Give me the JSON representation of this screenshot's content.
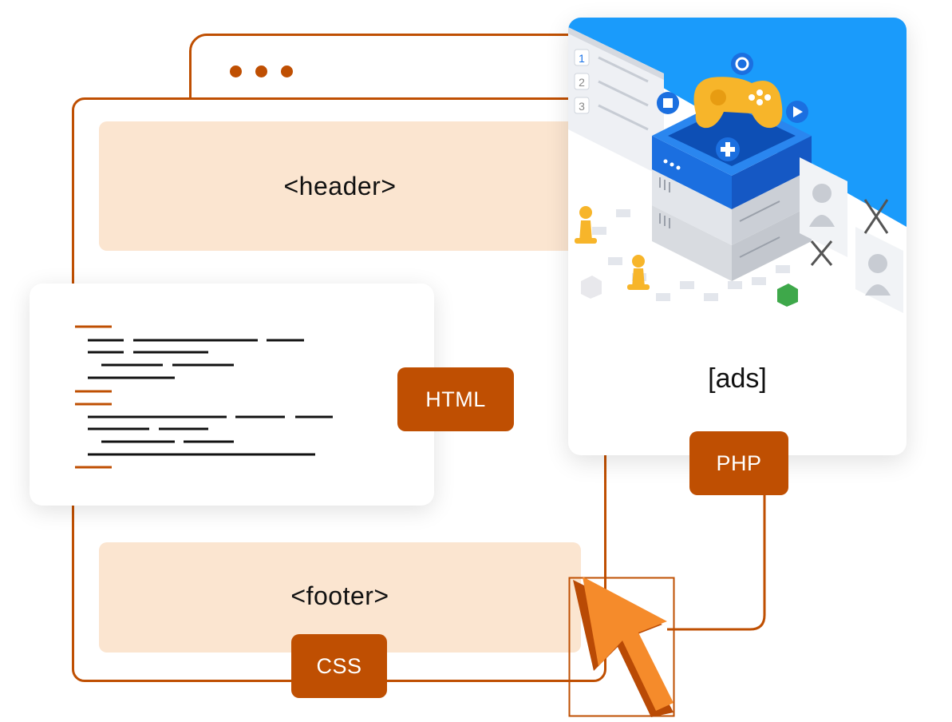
{
  "header_block": {
    "label": "<header>"
  },
  "footer_block": {
    "label": "<footer>"
  },
  "ad_card": {
    "label": "[ads]",
    "list_numbers": [
      "1",
      "2",
      "3"
    ]
  },
  "tags": {
    "html": "HTML",
    "php": "PHP",
    "css": "CSS"
  },
  "colors": {
    "accent": "#bf4f02",
    "block_fill": "#fbe5d0",
    "ad_sky": "#1a9bfb",
    "controller": "#f7b52a",
    "cursor": "#f58b2b"
  },
  "icons": [
    "code-lines",
    "game-controller-illustration",
    "mouse-cursor-icon",
    "browser-dots-icon"
  ]
}
